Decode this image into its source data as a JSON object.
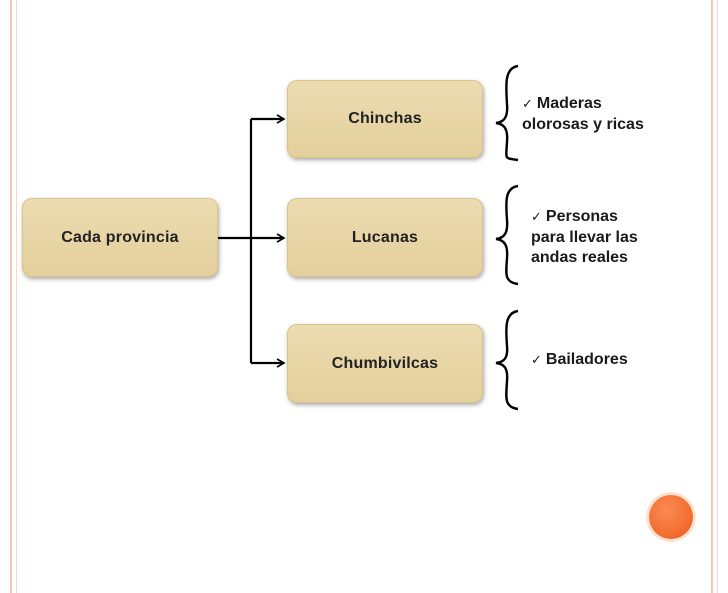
{
  "diagram": {
    "root": {
      "label": "Cada provincia"
    },
    "branches": [
      {
        "label": "Chinchas",
        "note": {
          "bullet": "check-icon",
          "lines": [
            "Maderas",
            "olorosas y ricas"
          ]
        }
      },
      {
        "label": "Lucanas",
        "note": {
          "bullet": "check-icon",
          "lines": [
            "Personas",
            "para llevar las",
            "andas reales"
          ]
        }
      },
      {
        "label": "Chumbivilcas",
        "note": {
          "bullet": "check-icon",
          "lines": [
            "Bailadores"
          ]
        }
      }
    ]
  },
  "theme": {
    "box_fill": "#e6d4a4",
    "accent": "#f26a2c",
    "rule_color": "#f3c7b4"
  }
}
